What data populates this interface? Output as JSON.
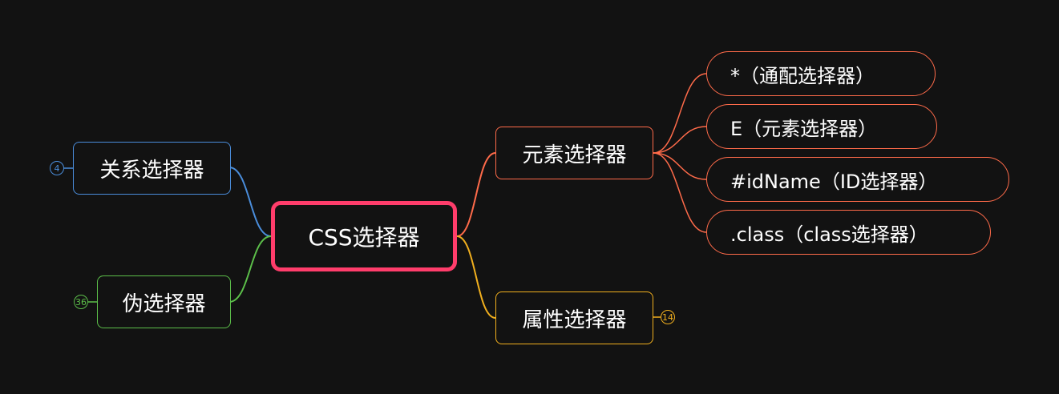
{
  "root": {
    "label": "CSS选择器",
    "color": "#ff3d6b"
  },
  "left_branches": [
    {
      "label": "关系选择器",
      "color": "#4a8ddb",
      "count": "4"
    },
    {
      "label": "伪选择器",
      "color": "#5cbf4a",
      "count": "36"
    }
  ],
  "right_branches": [
    {
      "label": "元素选择器",
      "color": "#ff6b4a",
      "children": [
        "*（通配选择器）",
        "E（元素选择器）",
        "#idName（ID选择器）",
        ".class（class选择器）"
      ]
    },
    {
      "label": "属性选择器",
      "color": "#f2b01e",
      "count": "14"
    }
  ],
  "background_color": "#121212"
}
